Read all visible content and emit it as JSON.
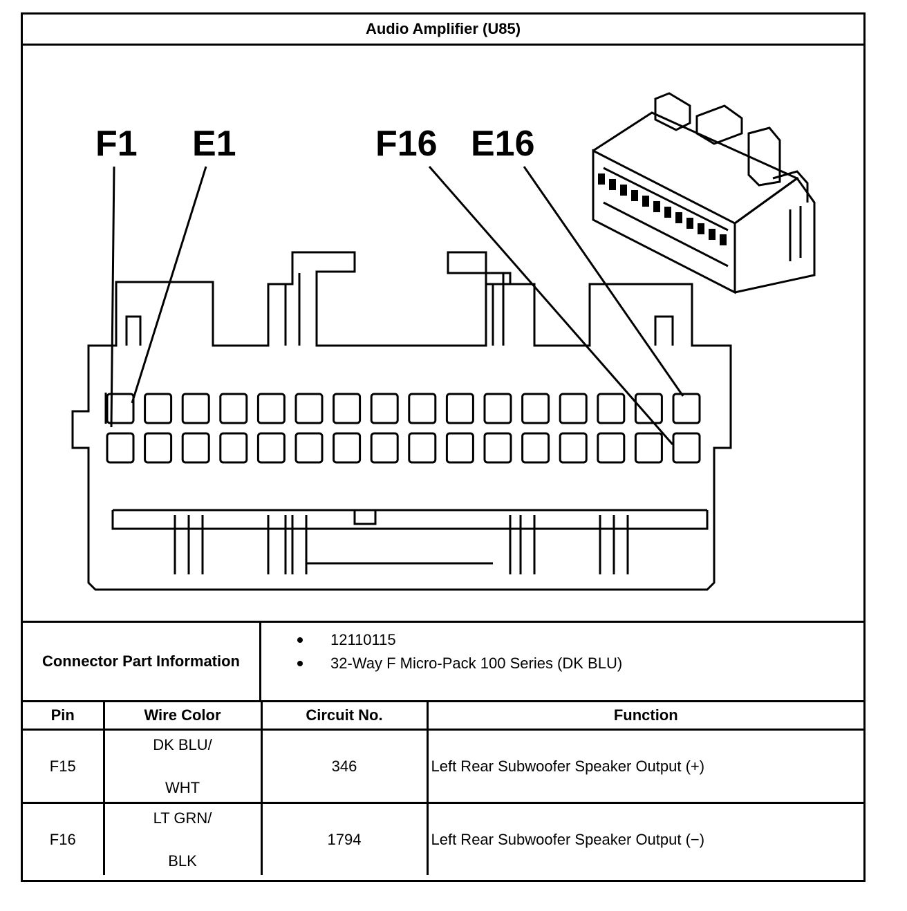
{
  "title": "Audio Amplifier (U85)",
  "diagram": {
    "pin_labels": {
      "f1": "F1",
      "e1": "E1",
      "f16": "F16",
      "e16": "E16"
    }
  },
  "connector_info": {
    "label": "Connector Part Information",
    "items": [
      "12110115",
      "32-Way F Micro-Pack 100 Series (DK BLU)"
    ]
  },
  "table": {
    "headers": {
      "pin": "Pin",
      "wire_color": "Wire Color",
      "circuit": "Circuit No.",
      "function": "Function"
    },
    "rows": [
      {
        "pin": "F15",
        "wire_top": "DK BLU/",
        "wire_bottom": "WHT",
        "circuit": "346",
        "function": "Left Rear Subwoofer Speaker Output (+)"
      },
      {
        "pin": "F16",
        "wire_top": "LT GRN/",
        "wire_bottom": "BLK",
        "circuit": "1794",
        "function": "Left Rear Subwoofer Speaker Output (−)"
      }
    ]
  }
}
